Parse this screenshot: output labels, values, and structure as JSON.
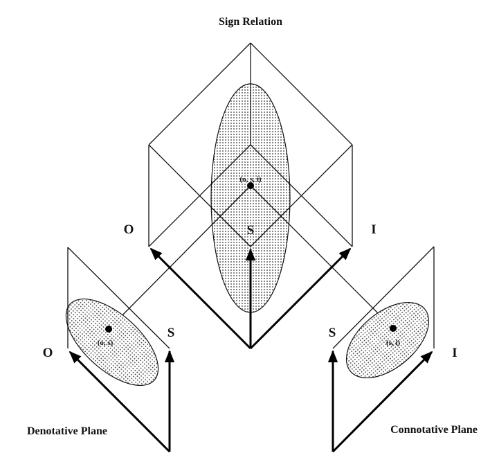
{
  "title": "Sign Relation",
  "cube": {
    "axes": {
      "left": "O",
      "middle": "S",
      "right": "I"
    },
    "point_label": "(o, s, i)"
  },
  "denotative_plane": {
    "title": "Denotative Plane",
    "axes": {
      "left": "O",
      "right": "S"
    },
    "point_label": "(o, s)"
  },
  "connotative_plane": {
    "title": "Connotative Plane",
    "axes": {
      "left": "S",
      "right": "I"
    },
    "point_label": "(s, i)"
  },
  "colors": {
    "ink": "#111111",
    "background": "#ffffff"
  }
}
